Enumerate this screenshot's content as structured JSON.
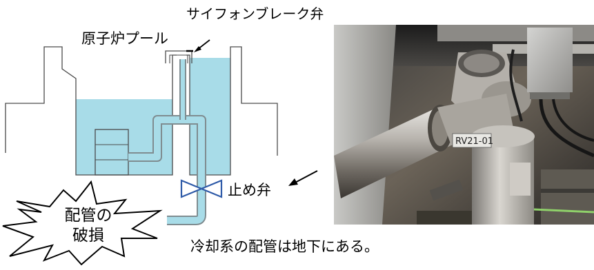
{
  "labels": {
    "siphon_break_valve": "サイフォンブレーク弁",
    "reactor_pool": "原子炉プール",
    "stop_valve": "止め弁",
    "pipe_rupture_line1": "配管の",
    "pipe_rupture_line2": "破損",
    "note": "冷却系の配管は地下にある。"
  },
  "photo": {
    "tag_text": "RV21-01"
  },
  "colors": {
    "water": "#a8dce8",
    "valve": "#2e5aa8",
    "outline": "#4a4a4a"
  }
}
